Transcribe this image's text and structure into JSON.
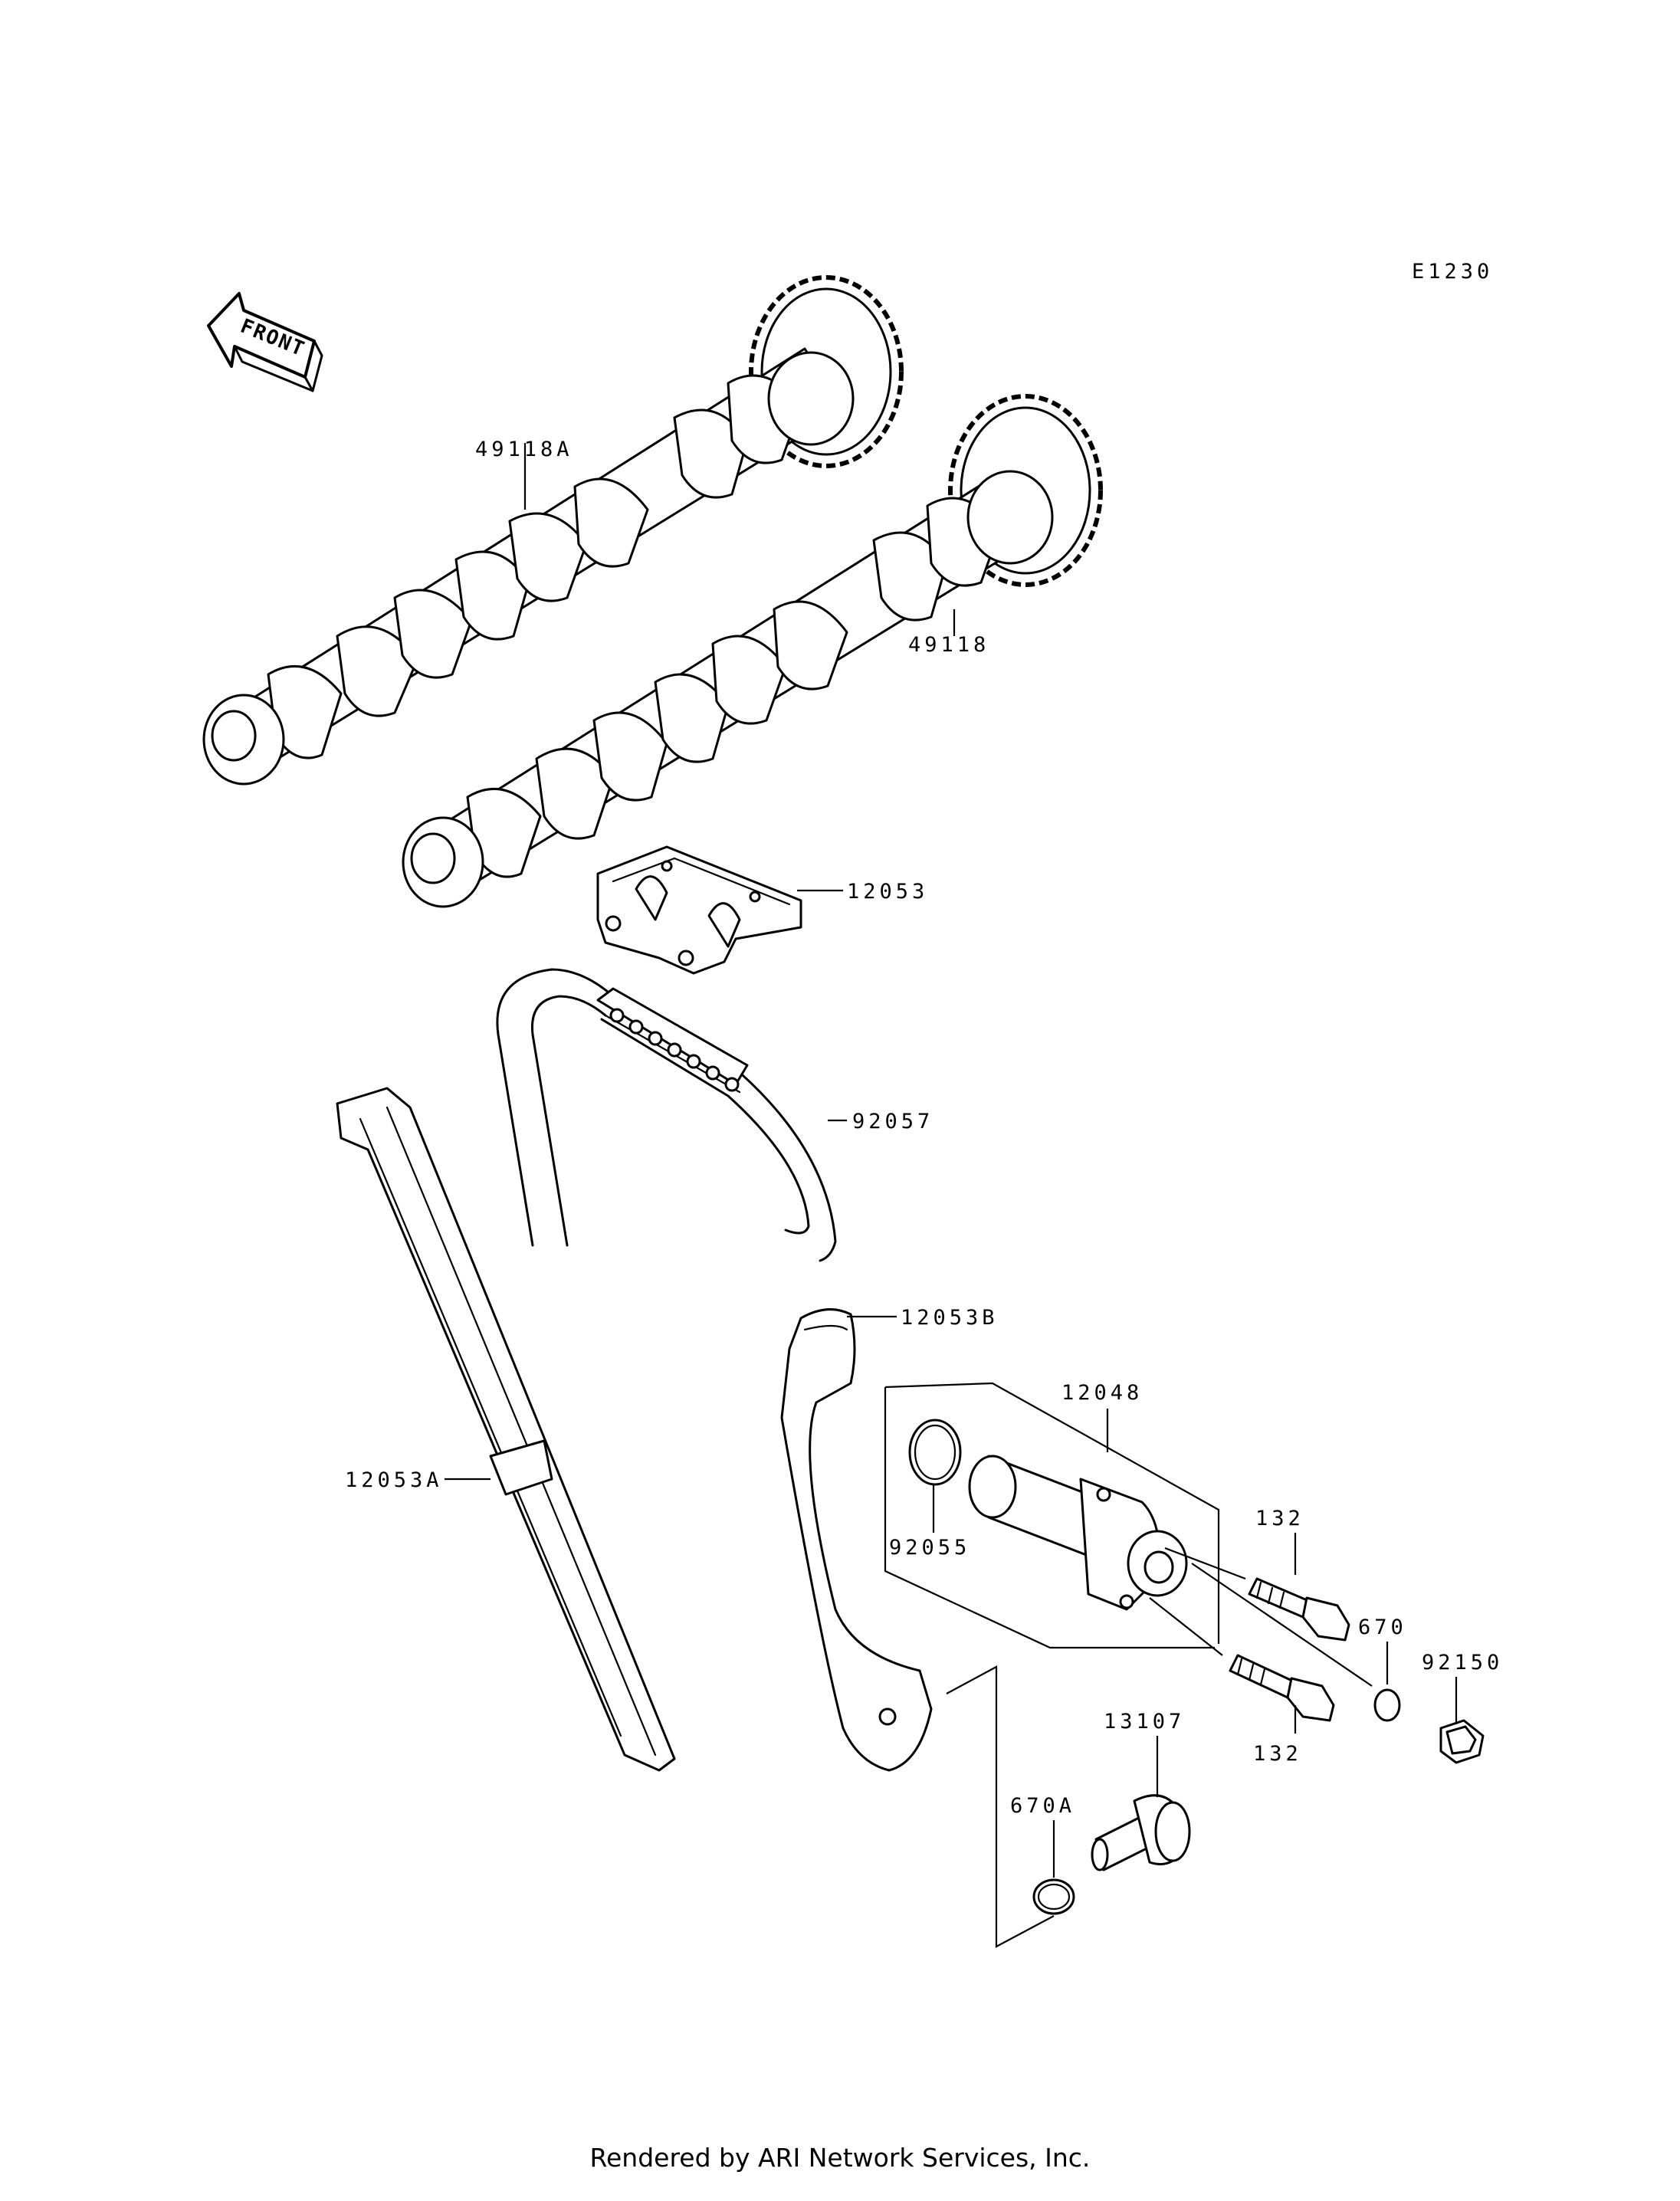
{
  "diagram": {
    "code": "E1230",
    "orientation": {
      "label": "FRONT",
      "icon": "front-arrow-icon"
    },
    "parts": [
      {
        "id": "p49118A",
        "number": "49118A",
        "kind": "camshaft"
      },
      {
        "id": "p49118",
        "number": "49118",
        "kind": "camshaft"
      },
      {
        "id": "p12053",
        "number": "12053",
        "kind": "chain-guide-top"
      },
      {
        "id": "p92057",
        "number": "92057",
        "kind": "cam-chain"
      },
      {
        "id": "p12053A",
        "number": "12053A",
        "kind": "chain-guide"
      },
      {
        "id": "p12053B",
        "number": "12053B",
        "kind": "tensioner-guide"
      },
      {
        "id": "p12048",
        "number": "12048",
        "kind": "tensioner-assy"
      },
      {
        "id": "p92055",
        "number": "92055",
        "kind": "o-ring"
      },
      {
        "id": "p132a",
        "number": "132",
        "kind": "bolt"
      },
      {
        "id": "p670",
        "number": "670",
        "kind": "o-ring"
      },
      {
        "id": "p92150",
        "number": "92150",
        "kind": "bolt"
      },
      {
        "id": "p13107",
        "number": "13107",
        "kind": "shaft"
      },
      {
        "id": "p132b",
        "number": "132",
        "kind": "bolt"
      },
      {
        "id": "p670A",
        "number": "670A",
        "kind": "o-ring"
      }
    ]
  },
  "footer": {
    "credit": "Rendered by ARI Network Services, Inc."
  }
}
